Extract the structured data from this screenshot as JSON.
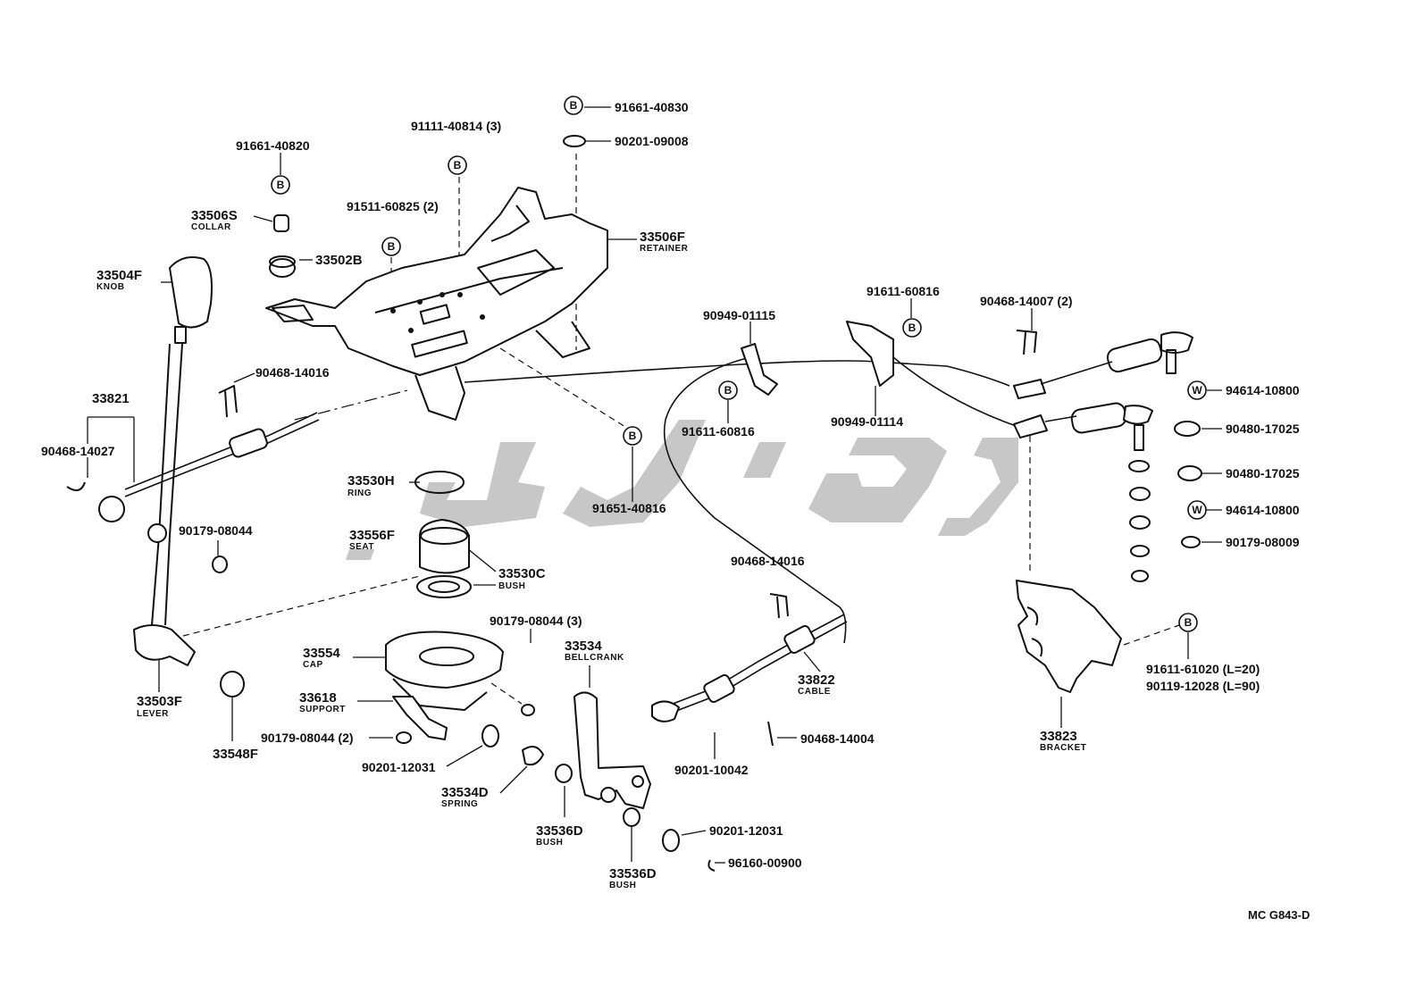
{
  "diagram_id": "MC G843-D",
  "symbols": {
    "bolt": "B",
    "washer": "W"
  },
  "colors": {
    "ink": "#111111",
    "watermark": "#bdbdbd",
    "background": "#ffffff"
  },
  "parts": {
    "p91661_40830": "91661-40830",
    "p90201_09008": "90201-09008",
    "p91111_40814": "91111-40814 (3)",
    "p91661_40820": "91661-40820",
    "p33506S": "33506S",
    "p33506S_name": "COLLAR",
    "p91511_60825": "91511-60825 (2)",
    "p33506F": "33506F",
    "p33506F_name": "RETAINER",
    "p33502B": "33502B",
    "p33504F": "33504F",
    "p33504F_name": "KNOB",
    "p90468_14016a": "90468-14016",
    "p33821": "33821",
    "p90468_14027": "90468-14027",
    "p33530H": "33530H",
    "p33530H_name": "RING",
    "p33556F": "33556F",
    "p33556F_name": "SEAT",
    "p33530C": "33530C",
    "p33530C_name": "BUSH",
    "p90179_08044a": "90179-08044",
    "p91651_40816": "91651-40816",
    "p90949_01115": "90949-01115",
    "p91611_60816a": "91611-60816",
    "p91611_60816b": "91611-60816",
    "p90949_01114": "90949-01114",
    "p90468_14007": "90468-14007 (2)",
    "p94614_10800a": "94614-10800",
    "p90480_17025a": "90480-17025",
    "p90480_17025b": "90480-17025",
    "p94614_10800b": "94614-10800",
    "p90179_08009": "90179-08009",
    "p90179_08044b": "90179-08044 (3)",
    "p33534": "33534",
    "p33534_name": "BELLCRANK",
    "p33554": "33554",
    "p33554_name": "CAP",
    "p33618": "33618",
    "p33618_name": "SUPPORT",
    "p90179_08044c": "90179-08044 (2)",
    "p90201_12031a": "90201-12031",
    "p33534D": "33534D",
    "p33534D_name": "SPRING",
    "p33536D_a": "33536D",
    "p33536D_a_name": "BUSH",
    "p33536D_b": "33536D",
    "p33536D_b_name": "BUSH",
    "p90201_12031b": "90201-12031",
    "p96160_00900": "96160-00900",
    "p33503F": "33503F",
    "p33503F_name": "LEVER",
    "p33548F": "33548F",
    "p90468_14016b": "90468-14016",
    "p33822": "33822",
    "p33822_name": "CABLE",
    "p90201_10042": "90201-10042",
    "p90468_14004": "90468-14004",
    "p33823": "33823",
    "p33823_name": "BRACKET",
    "p91611_61020": "91611-61020 (L=20)",
    "p90119_12028": "90119-12028 (L=90)"
  }
}
